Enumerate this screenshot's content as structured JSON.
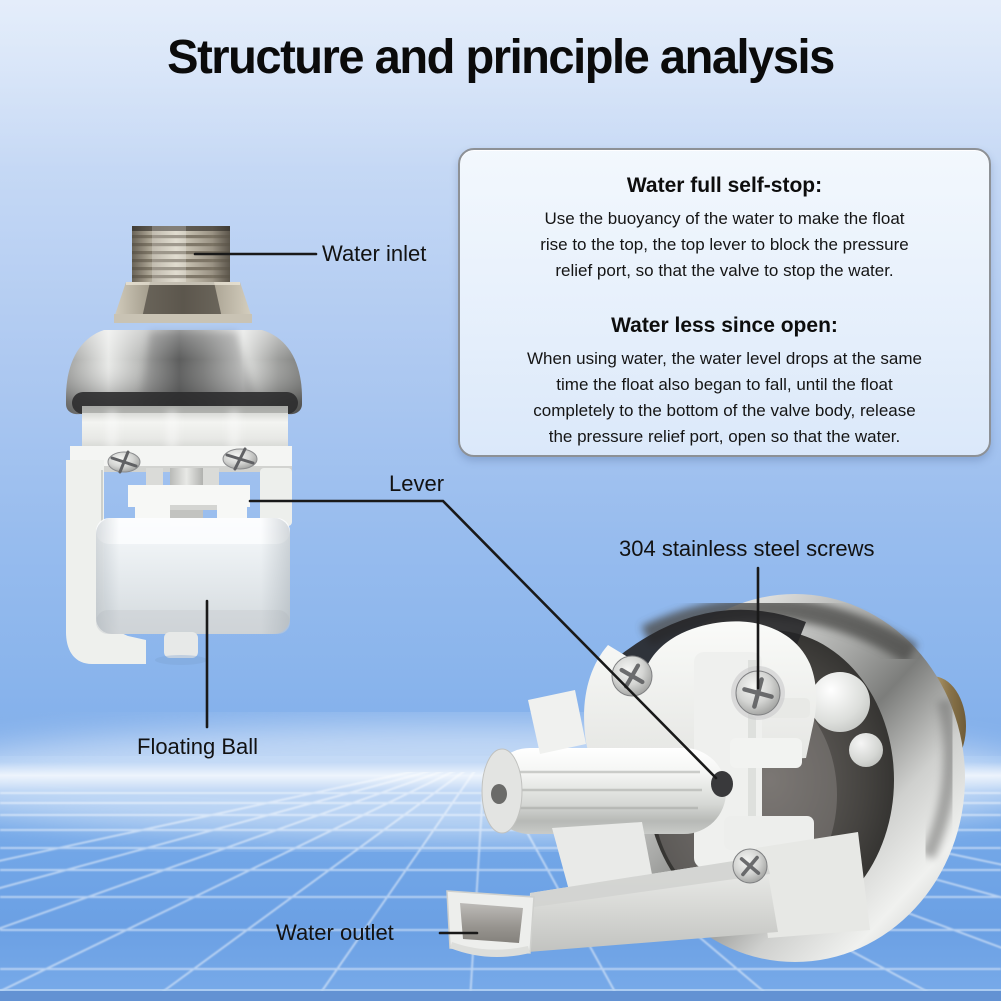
{
  "title": "Structure and principle analysis",
  "info_box": {
    "sections": [
      {
        "heading": "Water full self-stop:",
        "lines": [
          "Use the buoyancy of the water to make the float",
          "rise to the top, the top lever to block the pressure",
          "relief port, so that the valve to stop the water."
        ]
      },
      {
        "heading": "Water less since open:",
        "lines": [
          "When using water, the water level drops at the same",
          "time the float also began to fall, until the float",
          "completely to the bottom of the valve body, release",
          "the pressure relief port, open so that the water."
        ]
      }
    ]
  },
  "labels": {
    "water_inlet": "Water inlet",
    "lever": "Lever",
    "screws": "304 stainless steel screws",
    "floating_ball": "Floating Ball",
    "water_outlet": "Water outlet"
  },
  "colors": {
    "background_top": "#d6e4f8",
    "background_mid": "#89b4ec",
    "grid_area": "#6ea4e6",
    "grid_line": "#ffffff",
    "bottom_bar": "#6392d3",
    "title_text": "#0b0b0b",
    "label_text": "#121212",
    "box_border": "#8d9196",
    "box_background": "#eef5fc",
    "leader_line": "#191919"
  }
}
